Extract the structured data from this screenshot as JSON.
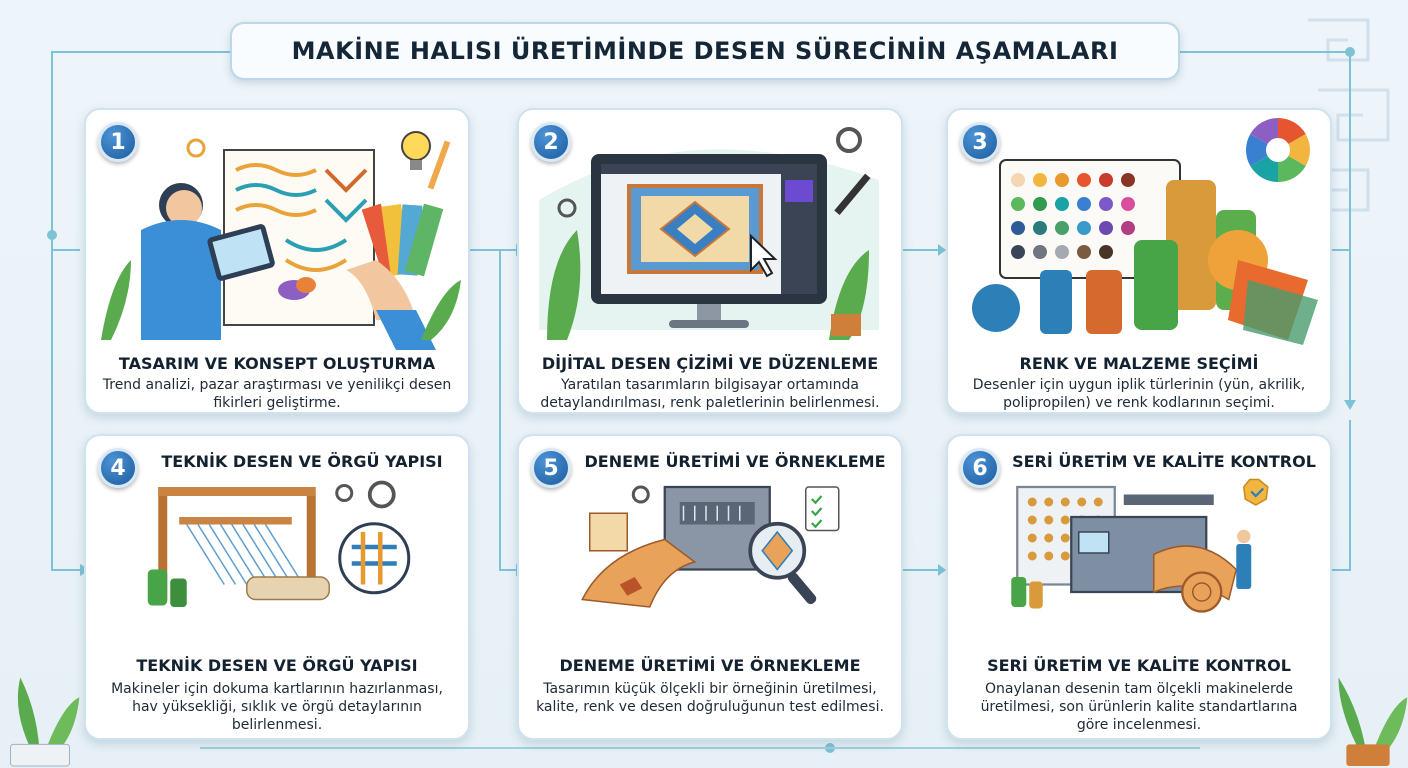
{
  "title": "MAKİNE HALISI ÜRETİMİNDE DESEN SÜRECİNİN AŞAMALARI",
  "colors": {
    "accent": "#1c5c9e",
    "connector": "#5fb7cc",
    "card_border": "#cfe2ee"
  },
  "steps": [
    {
      "number": "1",
      "title": "TASARIM VE KONSEPT OLUŞTURMA",
      "description": "Trend analizi, pazar araştırması ve yenilikçi desen fikirleri geliştirme.",
      "icon": "designer-with-tablet-icon"
    },
    {
      "number": "2",
      "title": "DİJİTAL DESEN ÇİZİMİ VE DÜZENLEME",
      "description": "Yaratılan tasarımların bilgisayar ortamında detaylandırılması, renk paletlerinin belirlenmesi.",
      "icon": "computer-monitor-icon"
    },
    {
      "number": "3",
      "title": "RENK VE MALZEME SEÇİMİ",
      "description": "Desenler için uygun iplik türlerinin (yün, akrilik, polipropilen) ve renk kodlarının seçimi.",
      "icon": "yarn-spools-icon"
    },
    {
      "number": "4",
      "top_title": "TEKNİK DESEN VE ÖRGÜ YAPISI",
      "title": "TEKNİK DESEN VE ÖRGÜ YAPISI",
      "description": "Makineler için dokuma kartlarının hazırlanması, hav yüksekliği, sıklık ve örgü detaylarının belirlenmesi.",
      "icon": "loom-icon"
    },
    {
      "number": "5",
      "top_title": "DENEME ÜRETİMİ VE ÖRNEKLEME",
      "title": "DENEME ÜRETİMİ VE ÖRNEKLEME",
      "description": "Tasarımın küçük ölçekli bir örneğinin üretilmesi, kalite, renk ve desen doğruluğunun test edilmesi.",
      "icon": "sample-machine-icon"
    },
    {
      "number": "6",
      "top_title": "SERİ ÜRETİM VE KALİTE KONTROL",
      "title": "SERİ ÜRETİM VE KALİTE KONTROL",
      "description": "Onaylanan desenin tam ölçekli makinelerde üretilmesi, son ürünlerin kalite standartlarına göre incelenmesi.",
      "icon": "factory-machine-icon"
    }
  ]
}
